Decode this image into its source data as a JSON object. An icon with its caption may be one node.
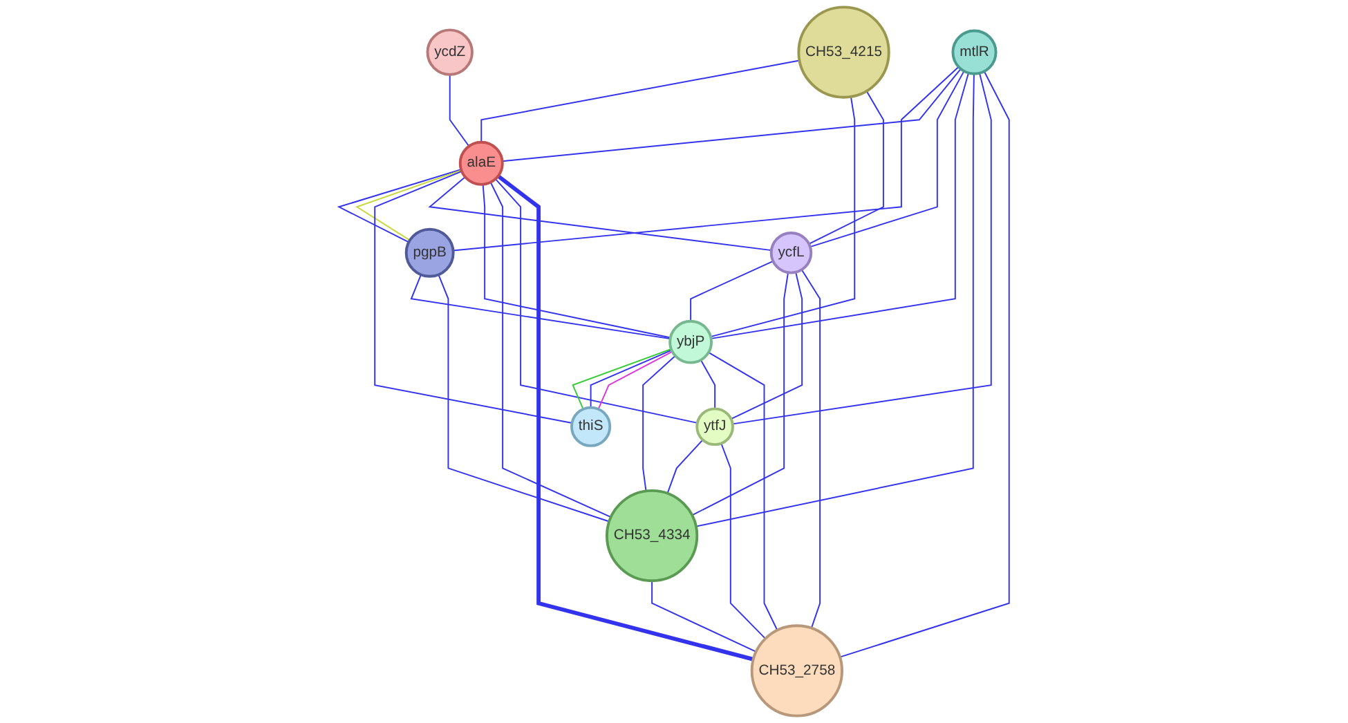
{
  "diagram": {
    "nodes": [
      {
        "text": [
          "ycdZ"
        ]
      },
      {
        "text": [
          "CH53_4215"
        ]
      },
      {
        "text": [
          "pgpB"
        ]
      },
      {
        "text": [
          "mtlR"
        ]
      },
      {
        "text": [
          "alaE"
        ]
      },
      {
        "text": [
          "ycfL"
        ]
      },
      {
        "text": [
          "ybjP"
        ]
      },
      {
        "text": [
          "thiS"
        ]
      },
      {
        "text": [
          "CH53_4334"
        ]
      },
      {
        "text": [
          "ytfJ"
        ]
      },
      {
        "text": [
          "CH53_2758"
        ]
      }
    ],
    "edges": [
      {
        "from": 0,
        "to": 4,
        "arrow": "none"
      },
      {
        "from": 1,
        "to": 4,
        "arrow": "none"
      },
      {
        "from": 1,
        "to": 6,
        "arrow": "none"
      },
      {
        "from": 1,
        "to": 5,
        "arrow": "none"
      },
      {
        "from": 3,
        "to": 2,
        "arrow": "none"
      },
      {
        "from": 3,
        "to": 4,
        "arrow": "none"
      },
      {
        "from": 4,
        "to": 2,
        "arrow": "none"
      },
      {
        "from": 4,
        "to": 2,
        "arrow": "none",
        "color": "#c8d83c"
      },
      {
        "from": 4,
        "to": 7,
        "arrow": "none"
      },
      {
        "from": 4,
        "to": 5,
        "arrow": "none"
      },
      {
        "from": 4,
        "to": 6,
        "arrow": "none"
      },
      {
        "from": 4,
        "to": 8,
        "arrow": "none"
      },
      {
        "from": 4,
        "to": 9,
        "arrow": "none"
      },
      {
        "from": 4,
        "to": 10,
        "arrow": "none",
        "style": "thick"
      },
      {
        "from": 2,
        "to": 6,
        "arrow": "none"
      },
      {
        "from": 2,
        "to": 8,
        "arrow": "none"
      },
      {
        "from": 3,
        "to": 5,
        "arrow": "none"
      },
      {
        "from": 3,
        "to": 6,
        "arrow": "none"
      },
      {
        "from": 3,
        "to": 8,
        "arrow": "none"
      },
      {
        "from": 3,
        "to": 9,
        "arrow": "none"
      },
      {
        "from": 3,
        "to": 10,
        "arrow": "none"
      },
      {
        "from": 5,
        "to": 6,
        "arrow": "none"
      },
      {
        "from": 5,
        "to": 8,
        "arrow": "none"
      },
      {
        "from": 5,
        "to": 9,
        "arrow": "none"
      },
      {
        "from": 5,
        "to": 10,
        "arrow": "none"
      },
      {
        "from": 6,
        "to": 7,
        "arrow": "none",
        "color": "#33cc33"
      },
      {
        "from": 6,
        "to": 7,
        "arrow": "none"
      },
      {
        "from": 6,
        "to": 7,
        "arrow": "none",
        "color": "#dd33dd"
      },
      {
        "from": 6,
        "to": 8,
        "arrow": "none"
      },
      {
        "from": 6,
        "to": 9,
        "arrow": "none"
      },
      {
        "from": 6,
        "to": 10,
        "arrow": "none"
      },
      {
        "from": 9,
        "to": 8,
        "arrow": "none"
      },
      {
        "from": 9,
        "to": 10,
        "arrow": "none"
      },
      {
        "from": 8,
        "to": 10,
        "arrow": "none"
      }
    ]
  }
}
